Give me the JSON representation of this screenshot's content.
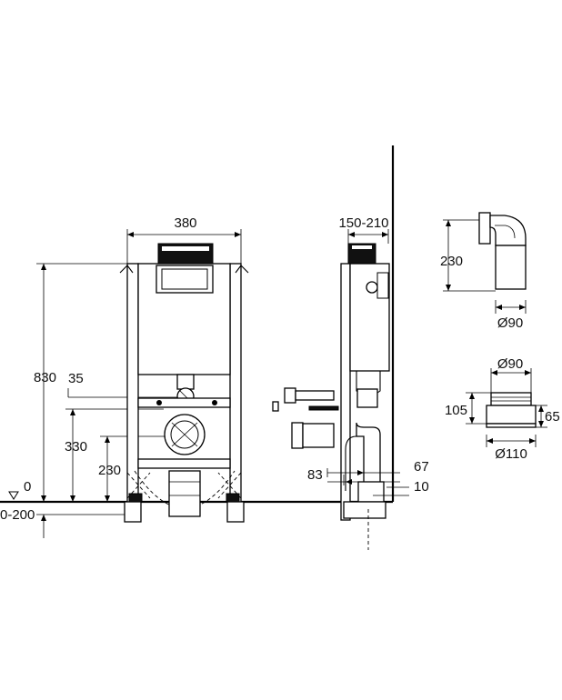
{
  "front_view": {
    "width": "380",
    "height": "830",
    "flush_pipe": "35",
    "drain_height": "330",
    "support_height": "230",
    "floor_zero": "0",
    "floor_range": "0-200"
  },
  "side_view": {
    "depth": "150-210",
    "offset_83": "83",
    "offset_67": "67",
    "offset_10": "10"
  },
  "bend_part": {
    "height": "230",
    "diameter": "Ø90"
  },
  "reducer_part": {
    "top_diameter": "Ø90",
    "bottom_diameter": "Ø110",
    "total_height": "105",
    "lower_height": "65"
  },
  "colors": {
    "line": "#000000",
    "background": "#ffffff"
  }
}
